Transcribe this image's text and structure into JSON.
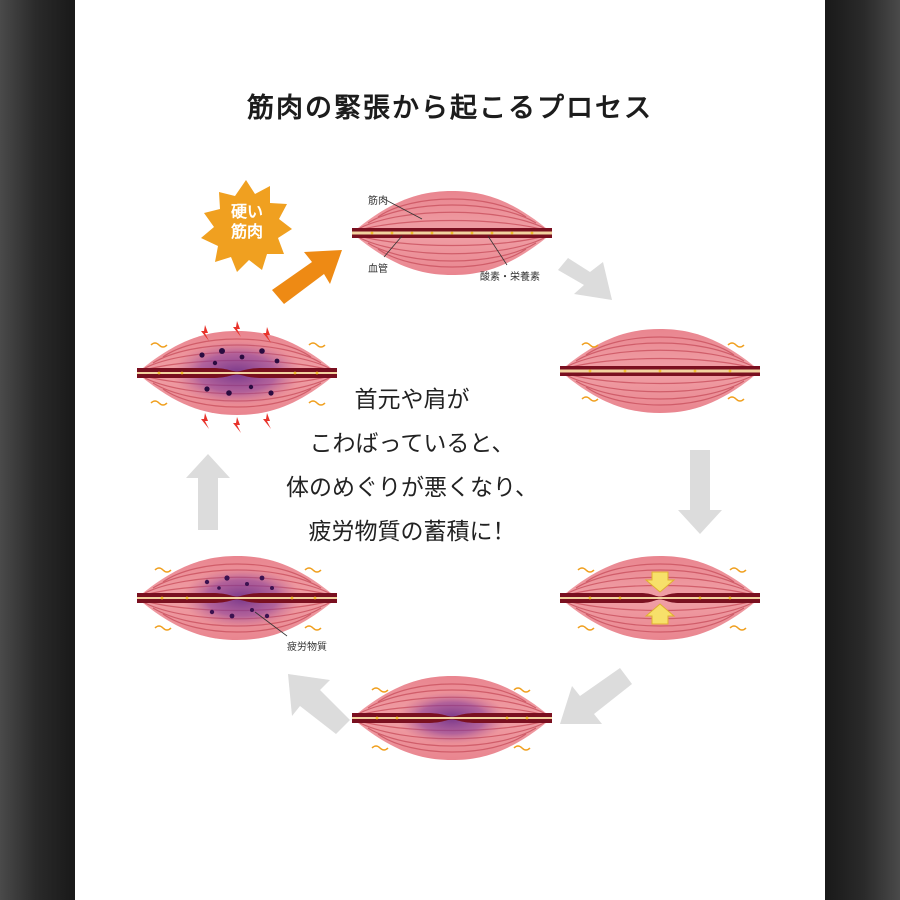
{
  "title": "筋肉の緊張から起こるプロセス",
  "burst": {
    "line1": "硬い",
    "line2": "筋肉"
  },
  "center_text": [
    "首元や肩が",
    "こわばっていると、",
    "体のめぐりが悪くなり、",
    "疲労物質の蓄積に！"
  ],
  "labels": {
    "muscle": "筋肉",
    "vessel": "血管",
    "nutrients": "酸素・栄養素",
    "fatigue": "疲労物質"
  },
  "colors": {
    "muscle_fill": "#e8808a",
    "muscle_stripe": "#c9505d",
    "vessel": "#7a1020",
    "dots": "#f2c230",
    "fatigue": "#6a2a78",
    "accent_orange": "#f0a020",
    "arrow_gray": "#d9d9d9"
  }
}
